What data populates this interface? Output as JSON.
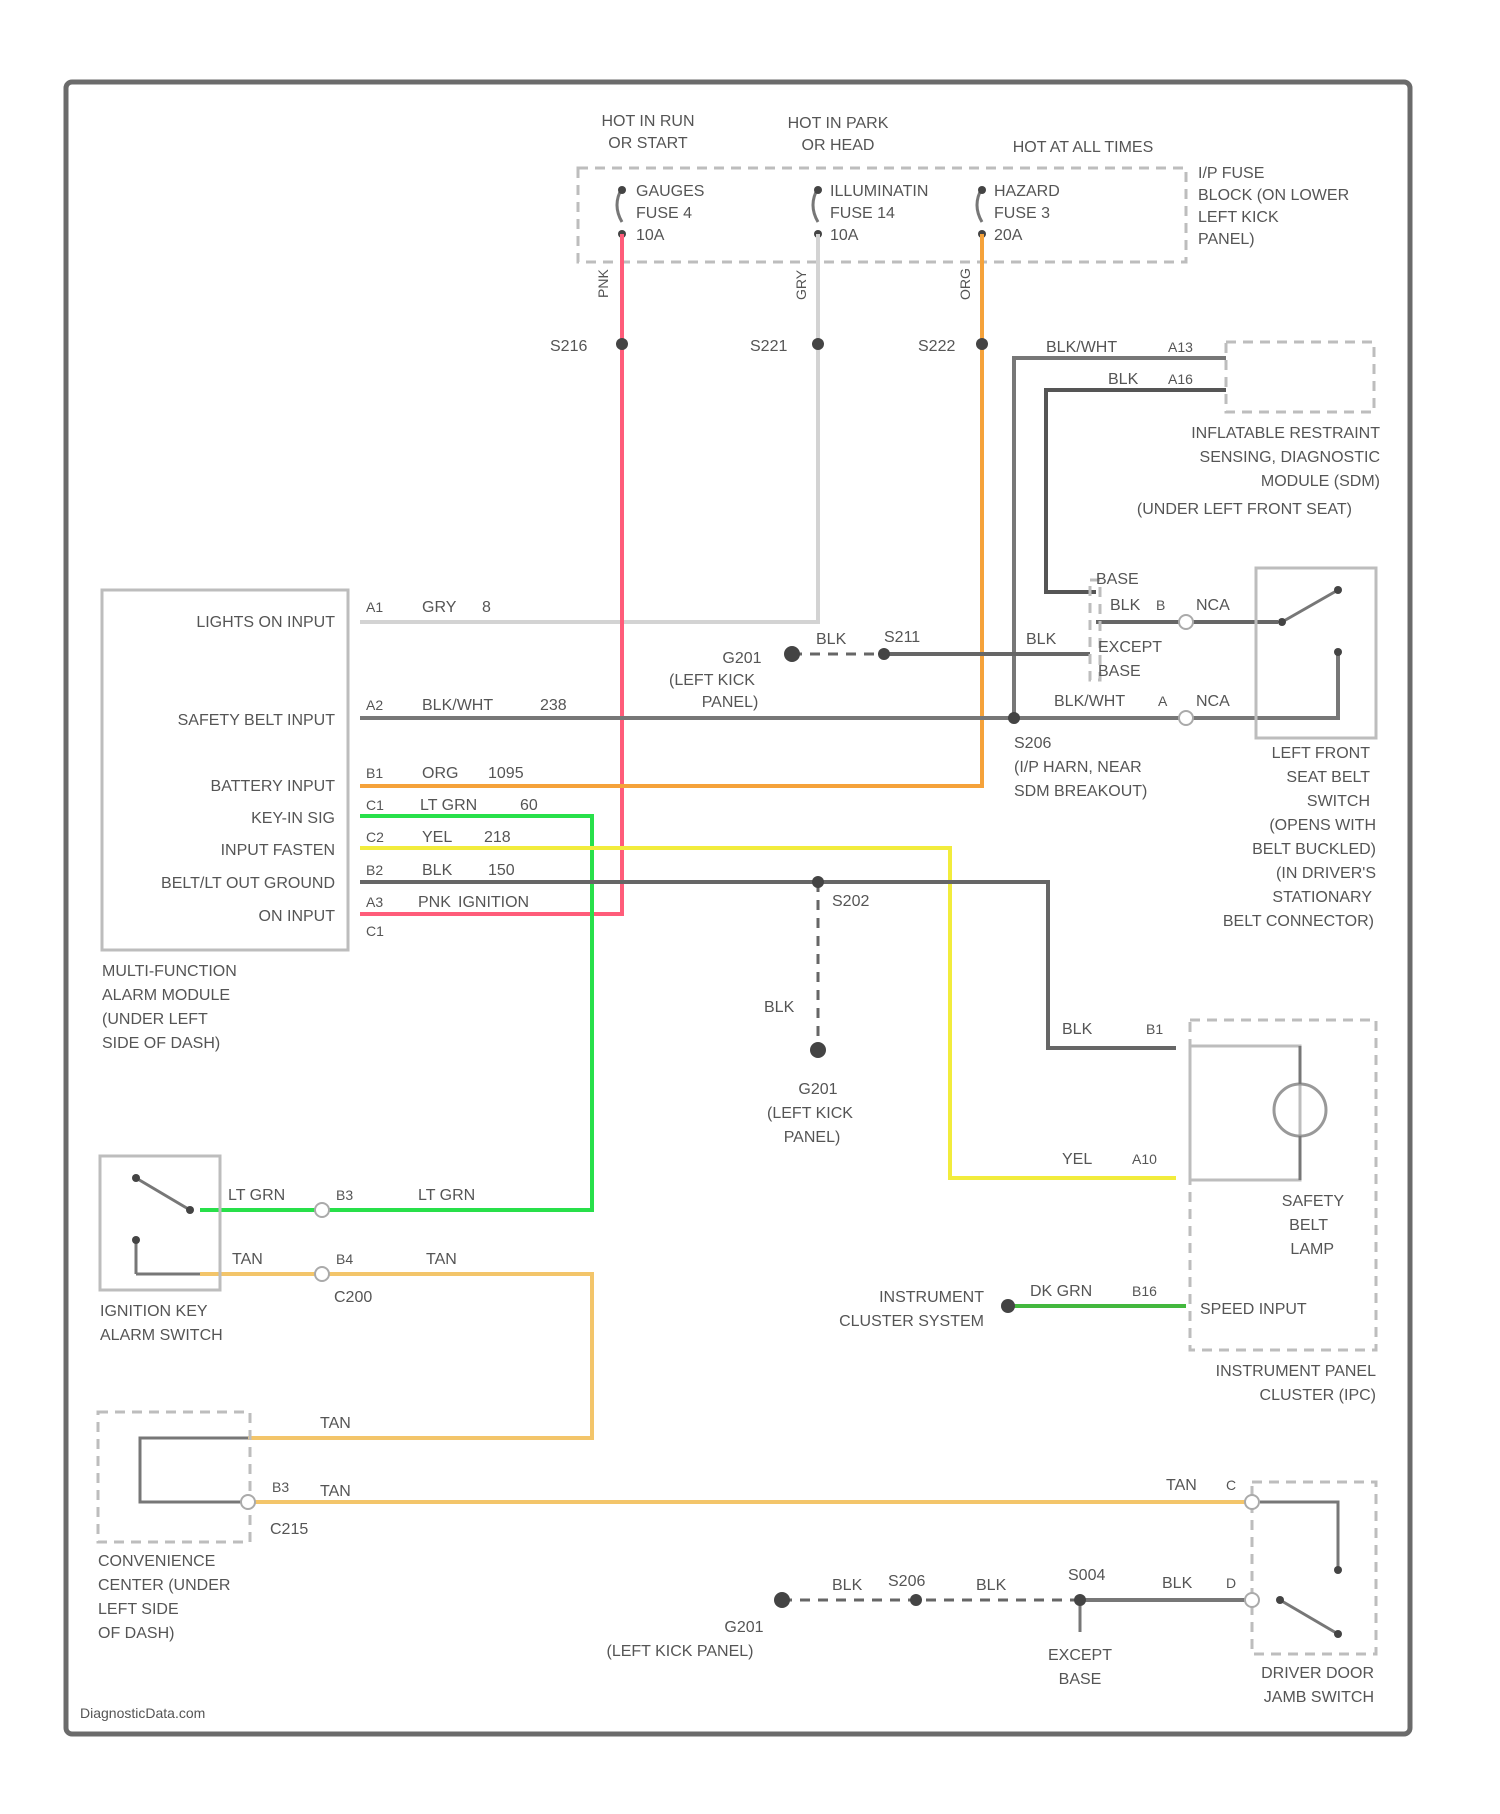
{
  "watermark": "DiagnosticData.com",
  "colors": {
    "pink": "#ff5c7a",
    "orange": "#f5a23a",
    "gray": "#d3d3d3",
    "dark": "#666666",
    "green": "#28e04a",
    "yellow": "#f2ec3c",
    "tan": "#f3c56a",
    "dkgreen": "#43b83e"
  },
  "fuses": {
    "gauges": {
      "hot": [
        "HOT IN RUN",
        "OR START"
      ],
      "lines": [
        "GAUGES",
        "FUSE 4",
        "10A"
      ],
      "wire": "PNK",
      "splice": "S216"
    },
    "illum": {
      "hot": [
        "HOT IN PARK",
        "OR HEAD"
      ],
      "lines": [
        "ILLUMINATIN",
        "FUSE 14",
        "10A"
      ],
      "wire": "GRY",
      "splice": "S221"
    },
    "hazard": {
      "hot": [
        "HOT AT ALL TIMES"
      ],
      "lines": [
        "HAZARD",
        "FUSE 3",
        "20A"
      ],
      "wire": "ORG",
      "splice": "S222"
    },
    "block_label": [
      "I/P FUSE",
      "BLOCK (ON LOWER",
      "LEFT KICK",
      "PANEL)"
    ]
  },
  "module": {
    "pins": [
      {
        "name": "LIGHTS ON INPUT",
        "pin": "A1",
        "wire": "GRY",
        "circuit": "8"
      },
      {
        "name": "SAFETY BELT INPUT",
        "pin": "A2",
        "wire": "BLK/WHT",
        "circuit": "238"
      },
      {
        "name": "BATTERY INPUT",
        "pin": "B1",
        "wire": "ORG",
        "circuit": "1095"
      },
      {
        "name": "KEY-IN SIG",
        "pin": "C1",
        "wire": "LT GRN",
        "circuit": "60"
      },
      {
        "name": "INPUT FASTEN",
        "pin": "C2",
        "wire": "YEL",
        "circuit": "218"
      },
      {
        "name": "BELT/LT OUT GROUND",
        "pin": "B2",
        "wire": "BLK",
        "circuit": "150"
      },
      {
        "name": "ON INPUT",
        "pin": "A3",
        "wire": "PNK",
        "circuit": "IGNITION"
      }
    ],
    "extra_pin": "C1",
    "label": [
      "MULTI-FUNCTION",
      "ALARM MODULE",
      "(UNDER LEFT",
      "SIDE OF DASH)"
    ]
  },
  "srs": {
    "wires": [
      "BLK/WHT",
      "BLK"
    ],
    "pins": [
      "A13",
      "A16"
    ],
    "label": [
      "INFLATABLE RESTRAINT",
      "SENSING, DIAGNOSTIC",
      "MODULE (SDM)",
      "(UNDER LEFT FRONT SEAT)"
    ]
  },
  "ground_g201a": {
    "label": [
      "G201",
      "(LEFT KICK",
      "PANEL)"
    ],
    "wire": "BLK",
    "splice": "S211"
  },
  "base_labels": {
    "base": "BASE",
    "except": [
      "EXCEPT",
      "BASE"
    ]
  },
  "seat_switch": {
    "wire1": "BLK",
    "pin1": "B",
    "conn1": "NCA",
    "wire2": "BLK/WHT",
    "pin2": "A",
    "conn2": "NCA",
    "wire_base": "BLK",
    "label": [
      "LEFT FRONT",
      "SEAT BELT",
      "SWITCH",
      "(OPENS WITH",
      "BELT BUCKLED)",
      "(IN DRIVER'S",
      "STATIONARY",
      "BELT CONNECTOR)"
    ]
  },
  "s206": {
    "label": [
      "S206",
      "(I/P HARN, NEAR",
      "SDM BREAKOUT)"
    ]
  },
  "ground_s202": {
    "splice": "S202",
    "wire": "BLK",
    "label": [
      "G201",
      "(LEFT KICK",
      "PANEL)"
    ]
  },
  "ipc": {
    "pins": [
      {
        "wire": "BLK",
        "pin": "B1"
      },
      {
        "wire": "YEL",
        "pin": "A10"
      },
      {
        "wire": "DK GRN",
        "pin": "B16"
      }
    ],
    "lamp_label": [
      "SAFETY",
      "BELT",
      "LAMP"
    ],
    "speed": "SPEED INPUT",
    "label": [
      "INSTRUMENT PANEL",
      "CLUSTER (IPC)"
    ],
    "ext": [
      "INSTRUMENT",
      "CLUSTER SYSTEM"
    ]
  },
  "ign_switch": {
    "wire1": "LT GRN",
    "pin1": "B3",
    "wire1b": "LT GRN",
    "wire2": "TAN",
    "pin2": "B4",
    "wire2b": "TAN",
    "connector": "C200",
    "label": [
      "IGNITION KEY",
      "ALARM SWITCH"
    ]
  },
  "conv": {
    "wire_top": "TAN",
    "pin": "B3",
    "wire": "TAN",
    "connector": "C215",
    "label": [
      "CONVENIENCE",
      "CENTER (UNDER",
      "LEFT SIDE",
      "OF DASH)"
    ]
  },
  "door": {
    "wire_top": "TAN",
    "pin_top": "C",
    "wire_bot": "BLK",
    "pin_bot": "D",
    "label": [
      "DRIVER DOOR",
      "JAMB SWITCH"
    ]
  },
  "bottom_ground": {
    "label": [
      "G201",
      "(LEFT KICK PANEL)"
    ],
    "wire1": "BLK",
    "splice1": "S206",
    "wire2": "BLK",
    "splice2": "S004",
    "except": [
      "EXCEPT",
      "BASE"
    ]
  }
}
